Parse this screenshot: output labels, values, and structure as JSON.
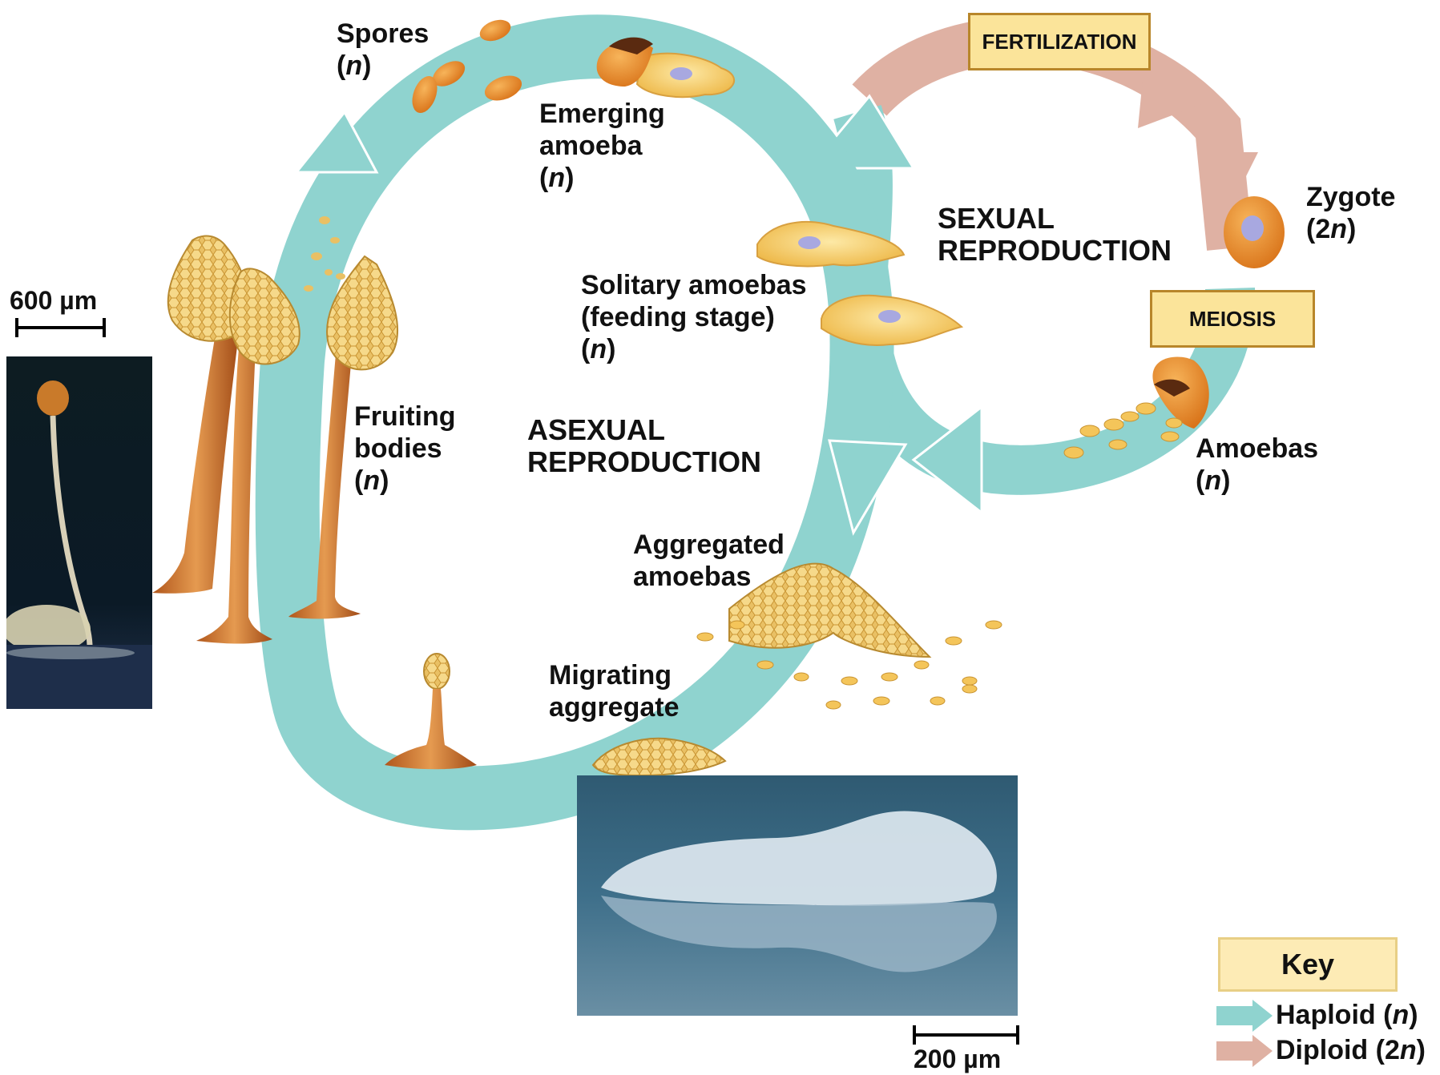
{
  "labels": {
    "spores": "Spores",
    "spores_n": "n",
    "emerging_1": "Emerging",
    "emerging_2": "amoeba",
    "emerging_n": "n",
    "solitary_1": "Solitary amoebas",
    "solitary_2": "(feeding stage)",
    "solitary_n": "n",
    "fruiting_1": "Fruiting",
    "fruiting_2": "bodies",
    "fruiting_n": "n",
    "asexual_1": "ASEXUAL",
    "asexual_2": "REPRODUCTION",
    "sexual_1": "SEXUAL",
    "sexual_2": "REPRODUCTION",
    "zygote": "Zygote",
    "zygote_2": "2",
    "zygote_n": "n",
    "amoebas": "Amoebas",
    "amoebas_n": "n",
    "aggregated_1": "Aggregated",
    "aggregated_2": "amoebas",
    "migrating_1": "Migrating",
    "migrating_2": "aggregate"
  },
  "boxes": {
    "fertilization": "FERTILIZATION",
    "meiosis": "MEIOSIS"
  },
  "scale_bars": {
    "fruiting_photo": "600 µm",
    "aggregate_photo": "200 µm"
  },
  "key": {
    "title": "Key",
    "haploid": "Haploid (",
    "haploid_n": "n",
    "diploid": "Diploid (2",
    "diploid_n": "n",
    "close": ")"
  },
  "colors": {
    "haploid": "#8fd3cf",
    "diploid": "#dfb1a3",
    "amoeba": "#f4c55a",
    "spore": "#e88a2a"
  }
}
